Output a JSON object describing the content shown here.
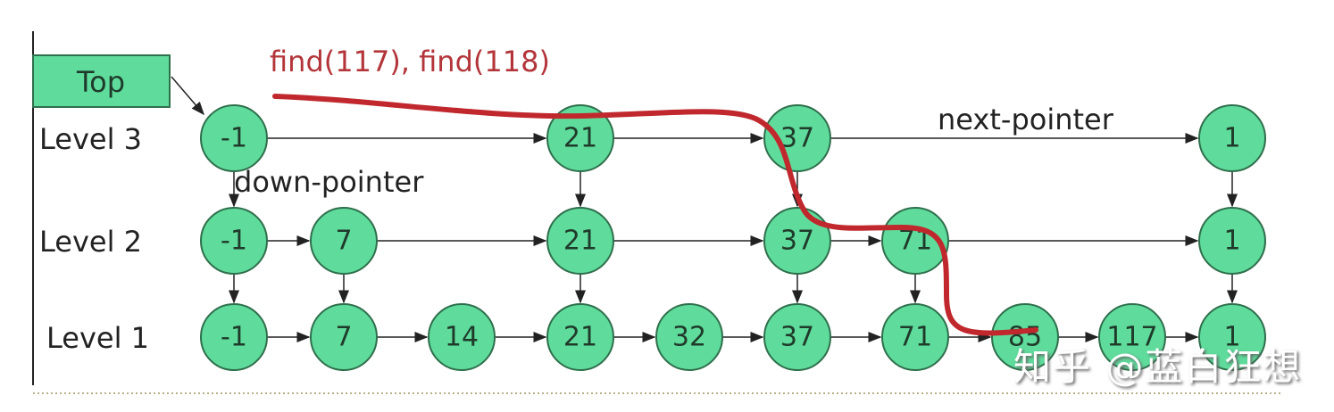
{
  "diagram": {
    "top_label": "Top",
    "query_label": "find(117), find(118)",
    "next_pointer_label": "next-pointer",
    "down_pointer_label": "down-pointer",
    "colors": {
      "node_fill": "#5fdc9c",
      "search_path": "#c0282d",
      "query_text": "#b3353a"
    },
    "levels": [
      {
        "label": "Level 3",
        "nodes": [
          "-1",
          "21",
          "37",
          "1"
        ]
      },
      {
        "label": "Level 2",
        "nodes": [
          "-1",
          "7",
          "21",
          "37",
          "71",
          "1"
        ]
      },
      {
        "label": "Level 1",
        "nodes": [
          "-1",
          "7",
          "14",
          "21",
          "32",
          "37",
          "71",
          "85",
          "117",
          "1"
        ]
      }
    ]
  },
  "watermark": "知乎 @蓝白狂想"
}
